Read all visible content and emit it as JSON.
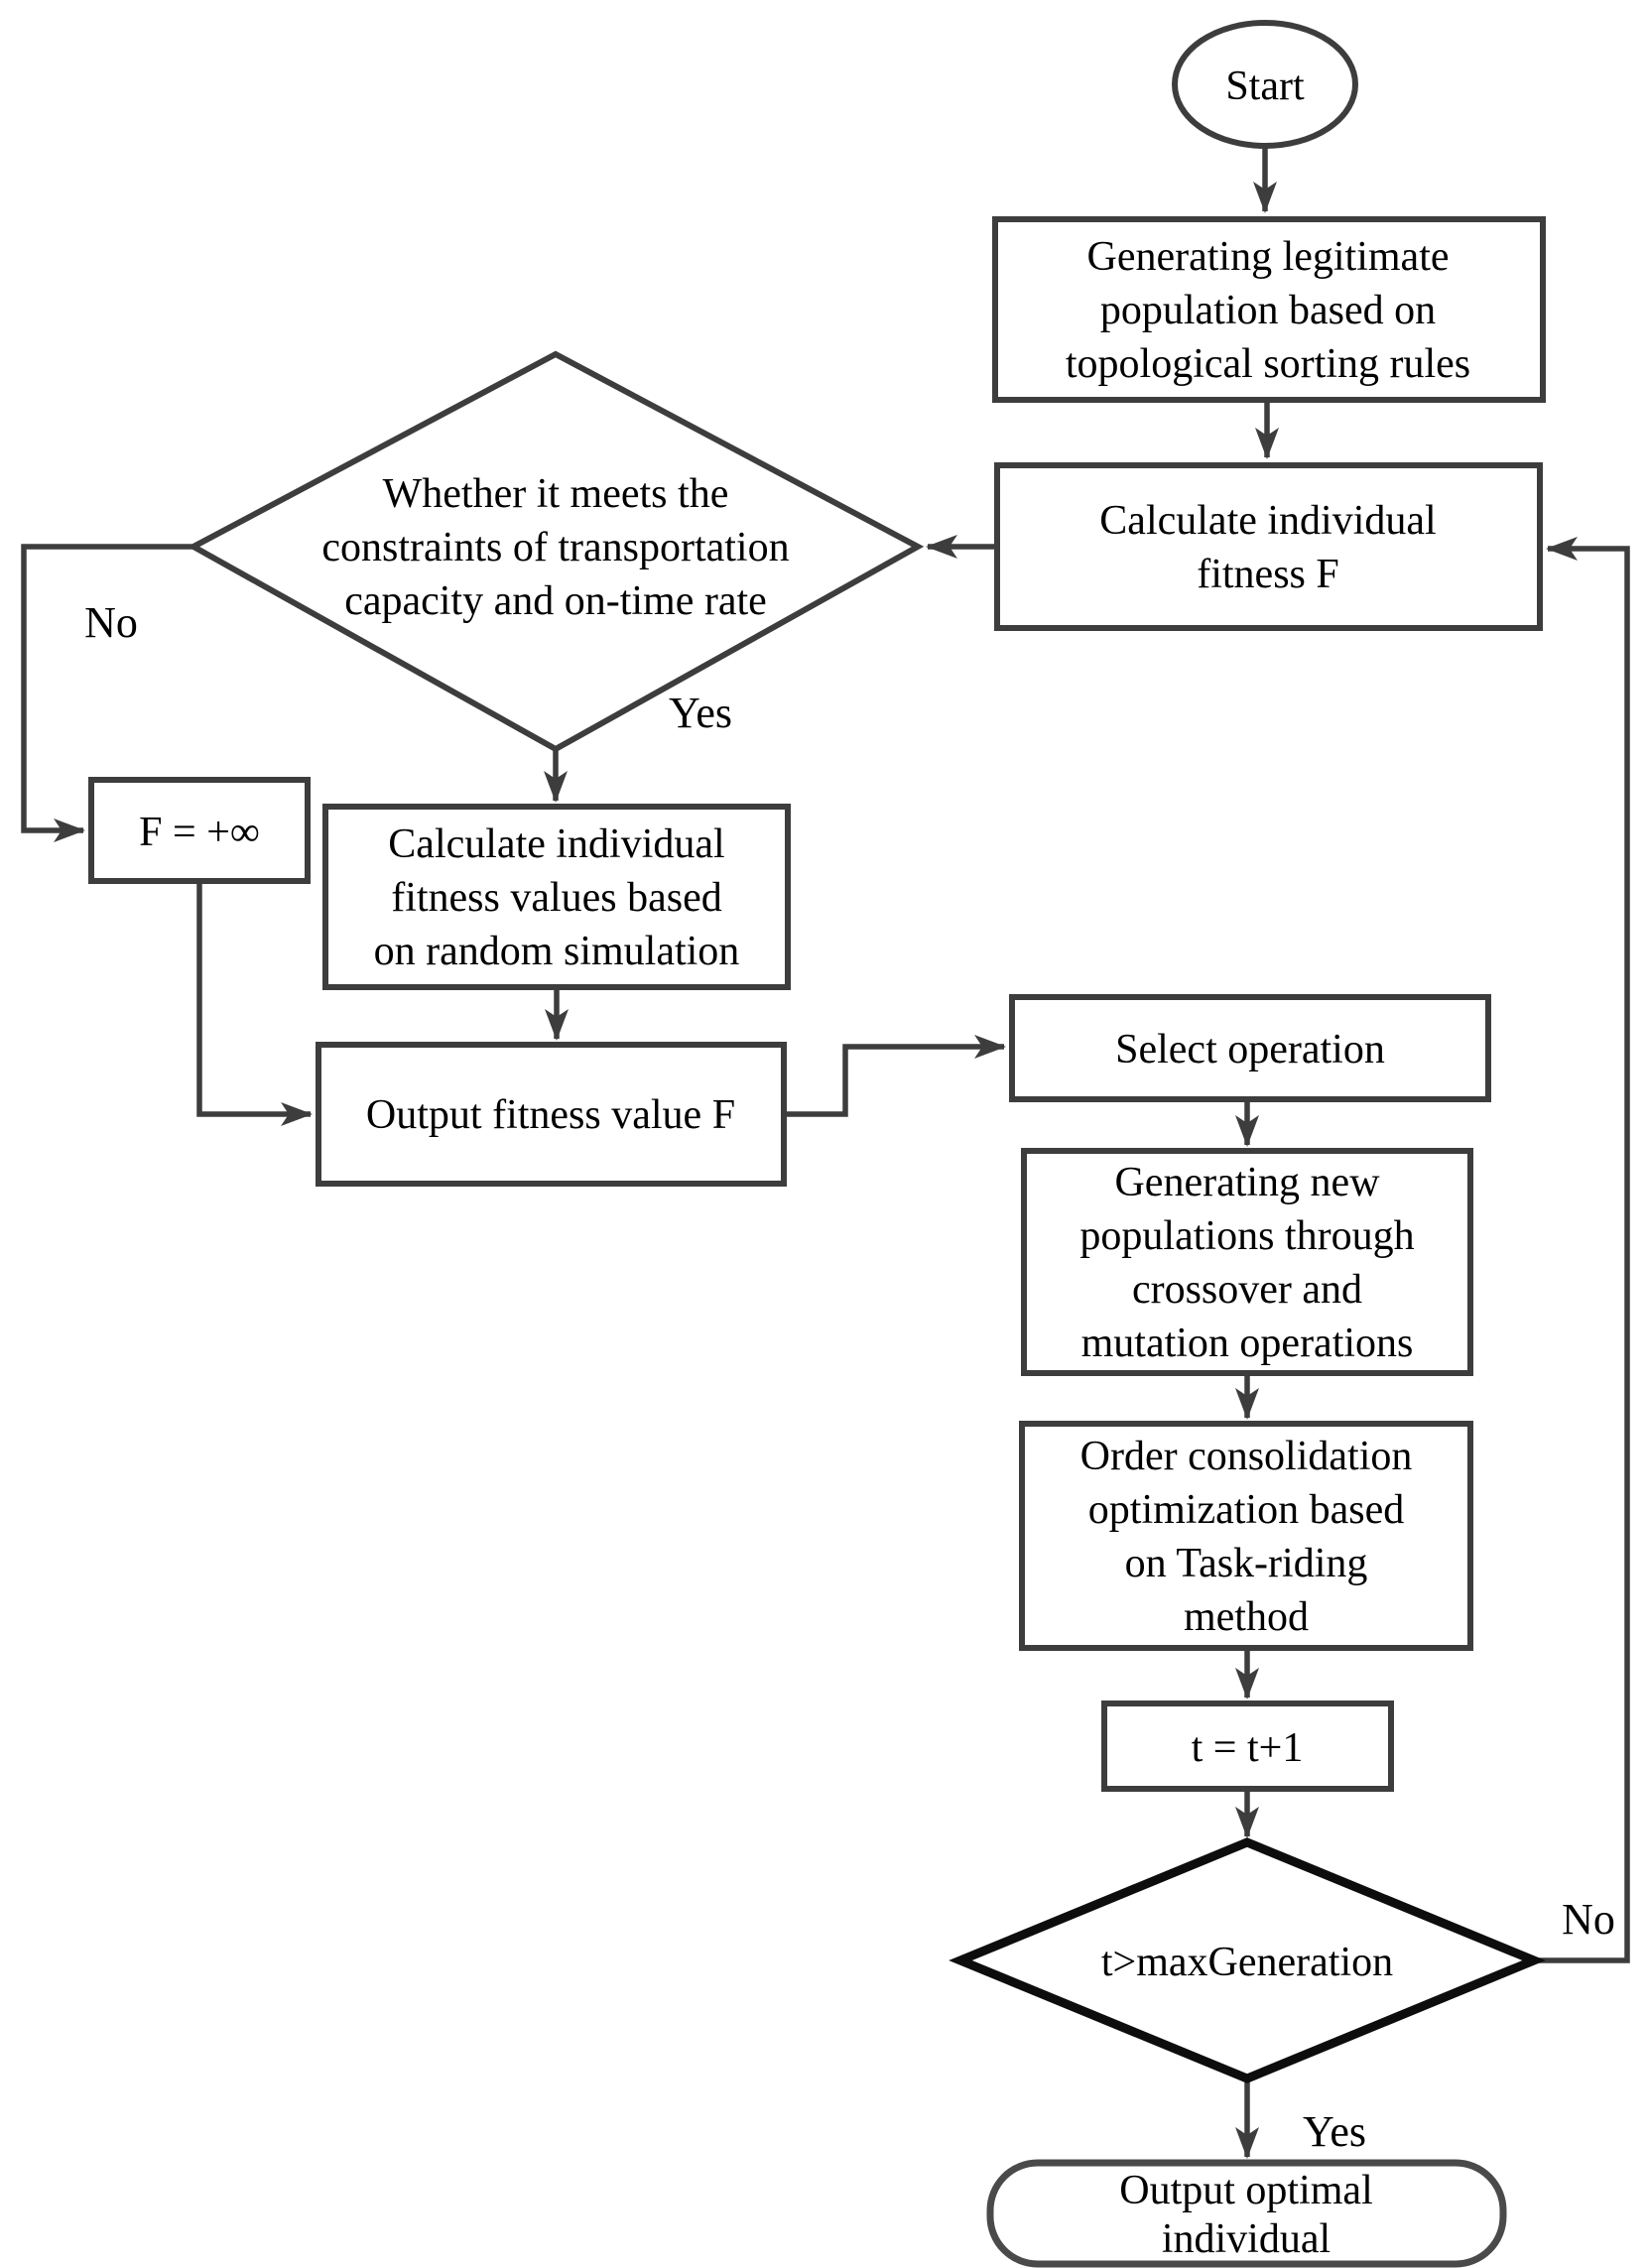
{
  "diagram": {
    "type": "flowchart",
    "nodes": {
      "start": {
        "shape": "ellipse",
        "label": "Start"
      },
      "generate_population": {
        "shape": "rect",
        "lines": [
          "Generating legitimate",
          "population based on",
          "topological sorting rules"
        ]
      },
      "calc_fitness": {
        "shape": "rect",
        "lines": [
          "Calculate individual",
          "fitness F"
        ]
      },
      "constraint_check": {
        "shape": "diamond",
        "lines": [
          "Whether it meets the",
          "constraints of transportation",
          "capacity and on-time rate"
        ]
      },
      "f_infinite": {
        "shape": "rect",
        "label": "F = +∞"
      },
      "calc_fitness_random": {
        "shape": "rect",
        "lines": [
          "Calculate individual",
          "fitness values based",
          "on random simulation"
        ]
      },
      "output_fitness": {
        "shape": "rect",
        "label": "Output fitness value F"
      },
      "select_operation": {
        "shape": "rect",
        "label": "Select operation"
      },
      "generate_new_populations": {
        "shape": "rect",
        "lines": [
          "Generating new",
          "populations through",
          "crossover and",
          "mutation operations"
        ]
      },
      "order_consolidation": {
        "shape": "rect",
        "lines": [
          "Order consolidation",
          "optimization based",
          "on Task-riding",
          "method"
        ]
      },
      "increment_generation": {
        "shape": "rect",
        "label": "t = t+1"
      },
      "max_generation_check": {
        "shape": "diamond",
        "label": "t>maxGeneration"
      },
      "output_optimal": {
        "shape": "stadium",
        "lines": [
          "Output optimal",
          "individual"
        ]
      }
    },
    "edge_labels": {
      "constraint_no": "No",
      "constraint_yes": "Yes",
      "max_generation_no": "No",
      "max_generation_yes": "Yes"
    },
    "edges": [
      {
        "from": "start",
        "to": "generate_population",
        "label": ""
      },
      {
        "from": "generate_population",
        "to": "calc_fitness",
        "label": ""
      },
      {
        "from": "calc_fitness",
        "to": "constraint_check",
        "label": ""
      },
      {
        "from": "constraint_check",
        "to": "f_infinite",
        "label": "No"
      },
      {
        "from": "constraint_check",
        "to": "calc_fitness_random",
        "label": "Yes"
      },
      {
        "from": "f_infinite",
        "to": "output_fitness",
        "label": ""
      },
      {
        "from": "calc_fitness_random",
        "to": "output_fitness",
        "label": ""
      },
      {
        "from": "output_fitness",
        "to": "select_operation",
        "label": ""
      },
      {
        "from": "select_operation",
        "to": "generate_new_populations",
        "label": ""
      },
      {
        "from": "generate_new_populations",
        "to": "order_consolidation",
        "label": ""
      },
      {
        "from": "order_consolidation",
        "to": "increment_generation",
        "label": ""
      },
      {
        "from": "increment_generation",
        "to": "max_generation_check",
        "label": ""
      },
      {
        "from": "max_generation_check",
        "to": "output_optimal",
        "label": "Yes"
      },
      {
        "from": "max_generation_check",
        "to": "calc_fitness",
        "label": "No"
      }
    ],
    "colors": {
      "line": "#3d3d3d",
      "decision_emphasis": "#0d0d0d",
      "text": "#000000",
      "background": "#ffffff"
    }
  }
}
